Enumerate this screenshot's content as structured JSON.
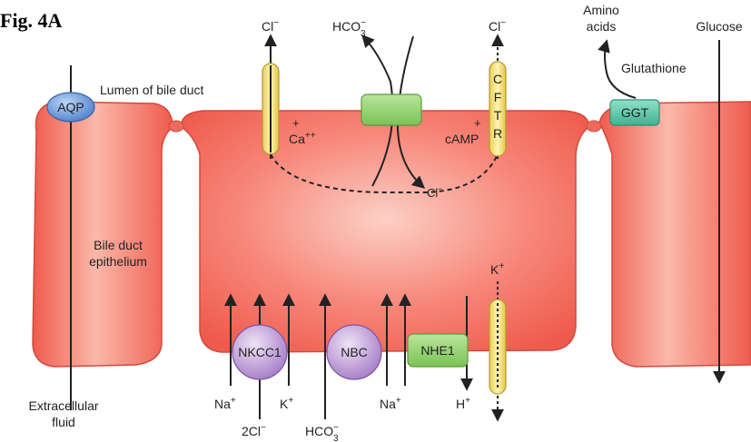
{
  "figure_label": "Fig. 4A",
  "labels": {
    "lumen": "Lumen of bile duct",
    "epithelium_line1": "Bile duct",
    "epithelium_line2": "epithelium",
    "extracellular_line1": "Extracellular",
    "extracellular_line2": "fluid",
    "amino_line1": "Amino",
    "amino_line2": "acids",
    "glutathione": "Glutathione",
    "glucose": "Glucose",
    "plus_ca": "+",
    "ca": "Ca",
    "ca_sup": "++",
    "plus_camp": "+",
    "camp": "cAMP",
    "cl_top_left": "Cl",
    "cl_top_right": "Cl",
    "cl_center": "Cl",
    "hco3_top": "HCO",
    "k_top": "K",
    "na_1": "Na",
    "cl2_bottom": "2Cl",
    "k_bottom": "K",
    "hco3_bottom": "HCO",
    "na_2": "Na",
    "h_bottom": "H",
    "sub3": "3",
    "minus": "−",
    "plus_sup": "+"
  },
  "proteins": {
    "aqp": "AQP",
    "ggt": "GGT",
    "nkcc1": "NKCC1",
    "nbc": "NBC",
    "nhe1": "NHE1",
    "cftr": [
      "C",
      "F",
      "T",
      "R"
    ]
  },
  "colors": {
    "cell_fill": "#f26b5e",
    "cell_highlight": "#fbc7bc",
    "cell_stroke": "#d24a3c",
    "aqp": "#5e8fd6",
    "ggt": "#4fbfa3",
    "exchanger": "#8fcf6a",
    "cotransporter": "#b88cd6",
    "channel": "#f4e27a"
  }
}
